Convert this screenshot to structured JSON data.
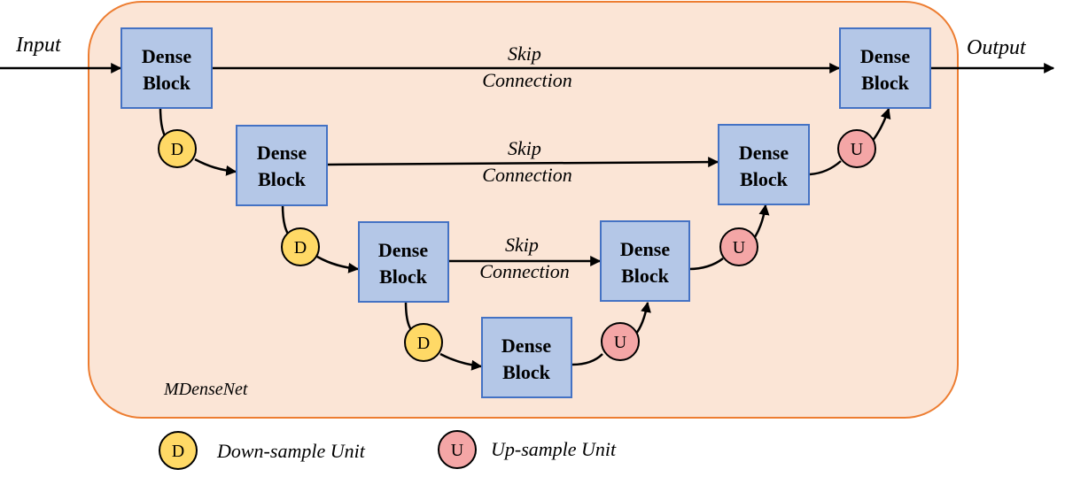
{
  "colors": {
    "container_fill": "#fbe5d6",
    "container_stroke": "#ed7d31",
    "block_fill": "#b4c7e7",
    "block_stroke": "#4472c4",
    "down_unit_fill": "#ffd966",
    "up_unit_fill": "#f4a6a6"
  },
  "labels": {
    "input": "Input",
    "output": "Output",
    "container": "MDenseNet"
  },
  "dense_block": {
    "line1": "Dense",
    "line2": "Block"
  },
  "skip_connection": {
    "line1": "Skip",
    "line2": "Connection"
  },
  "units": {
    "down_letter": "D",
    "up_letter": "U"
  },
  "legend": {
    "down_letter": "D",
    "down_label": "Down-sample Unit",
    "up_letter": "U",
    "up_label": "Up-sample Unit"
  }
}
